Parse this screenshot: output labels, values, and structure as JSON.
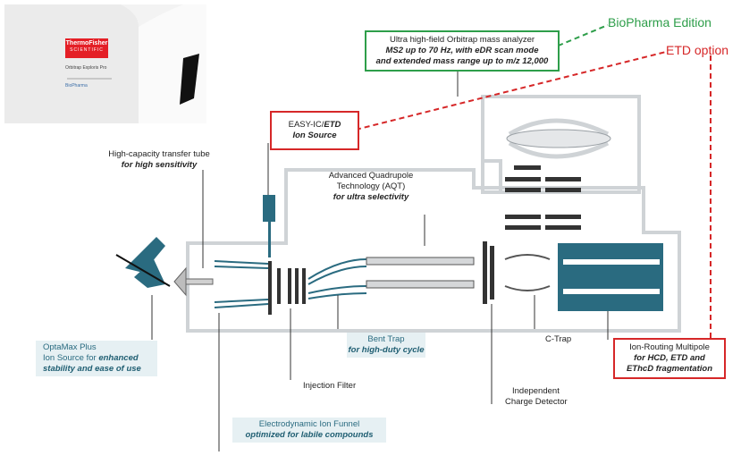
{
  "photo": {
    "brand_line1": "ThermoFisher",
    "brand_line2": "SCIENTIFIC",
    "product_line1": "Orbitrap Exploris Pro",
    "product_line2": "BioPharma"
  },
  "editions": {
    "biopharma": "BioPharma Edition",
    "etd": "ETD option"
  },
  "colors": {
    "green": "#2e9e4a",
    "red": "#d62728",
    "teal": "#2a6b80"
  },
  "callouts": {
    "orbitrap": {
      "line1": "Ultra high-field Orbitrap mass analyzer",
      "line2": "MS2 up to 70 Hz, with eDR scan mode",
      "line3": "and extended mass range up to m/z 12,000"
    },
    "ion_source": {
      "line1": "EASY-IC/",
      "line1_em": "ETD",
      "line2": "Ion Source"
    },
    "transfer_tube": {
      "line1": "High-capacity transfer tube",
      "line2": "for high sensitivity"
    },
    "aqt": {
      "line1": "Advanced Quadrupole",
      "line2": "Technology (AQT)",
      "line3": "for ultra selectivity"
    },
    "optamax": {
      "line1": "OptaMax Plus",
      "line2a": "Ion Source for ",
      "line2b": "enhanced",
      "line3": "stability and ease of use"
    },
    "bent_trap": {
      "line1": "Bent Trap",
      "line2": "for high-duty cycle"
    },
    "injection_filter": {
      "line1": "Injection Filter"
    },
    "c_trap": {
      "line1": "C-Trap"
    },
    "charge_detector": {
      "line1": "Independent",
      "line2": "Charge Detector"
    },
    "ion_routing": {
      "line1": "Ion-Routing Multipole",
      "line2": "for HCD, ETD and",
      "line3": "EThcD fragmentation"
    },
    "ion_funnel": {
      "line1": "Electrodynamic Ion Funnel",
      "line2": "optimized for labile compounds"
    }
  }
}
